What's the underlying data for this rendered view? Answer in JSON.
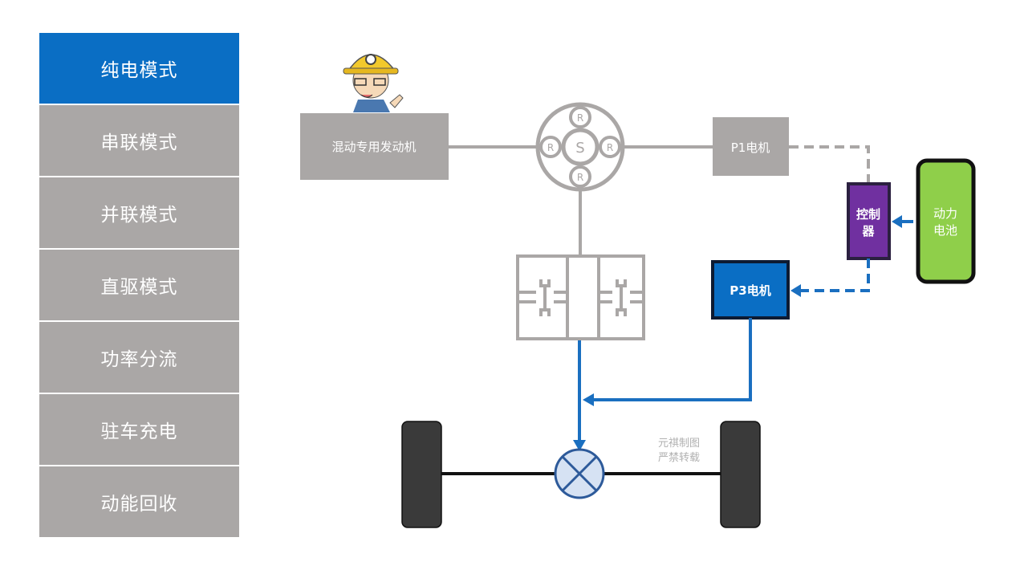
{
  "sidebar": {
    "items": [
      {
        "label": "纯电模式",
        "active": true
      },
      {
        "label": "串联模式",
        "active": false
      },
      {
        "label": "并联模式",
        "active": false
      },
      {
        "label": "直驱模式",
        "active": false
      },
      {
        "label": "功率分流",
        "active": false
      },
      {
        "label": "驻车充电",
        "active": false
      },
      {
        "label": "动能回收",
        "active": false
      }
    ]
  },
  "diagram": {
    "engine_label": "混动专用发动机",
    "planetary": {
      "sun": "S",
      "planet": "R"
    },
    "p1_motor_label": "P1电机",
    "p3_motor_label": "P3电机",
    "controller_label_line1": "控制",
    "controller_label_line2": "器",
    "battery_label_line1": "动力",
    "battery_label_line2": "电池",
    "watermark_line1": "元祺制图",
    "watermark_line2": "严禁转载"
  },
  "colors": {
    "active_blue": "#0a6ec4",
    "flow_blue": "#1a6fc0",
    "inactive_gray": "#aaa7a6",
    "controller_purple": "#7030a0",
    "battery_green": "#8fcf4a",
    "tire_dark": "#3a3a3a"
  }
}
